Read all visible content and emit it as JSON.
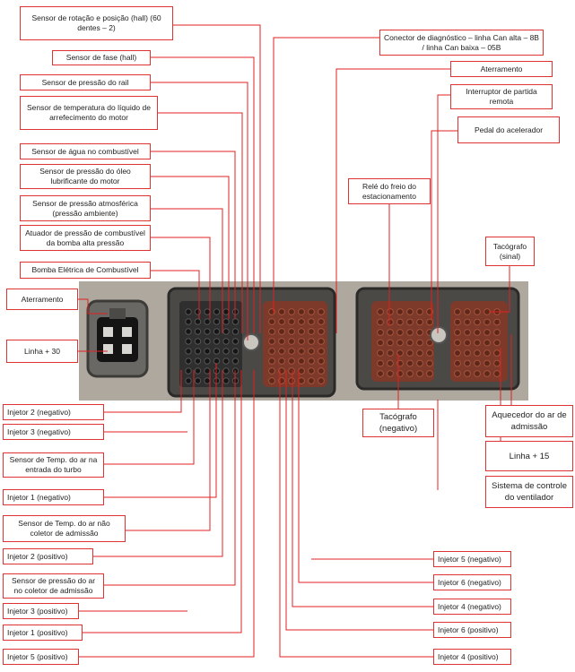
{
  "title": "",
  "labels": {
    "sensor_rotacao": "Sensor de rotação e posição (hall) (60 dentes – 2)",
    "sensor_fase": "Sensor de fase (hall)",
    "sensor_pressao_rail": "Sensor de pressão do rail",
    "sensor_temp_liquido": "Sensor de temperatura do líquido de arrefecimento do motor",
    "sensor_agua_combustivel": "Sensor de água no combustível",
    "sensor_pressao_oleo": "Sensor de pressão do óleo lubrificante do motor",
    "sensor_pressao_atm": "Sensor de pressão atmosférica (pressão ambiente)",
    "atuador_pressao": "Atuador de pressão de combustível da bomba alta pressão",
    "bomba_eletrica": "Bomba Elétrica de Combustível",
    "aterramento_left": "Aterramento",
    "linha_30": "Linha + 30",
    "injetor_2_neg": "Injetor 2 (negativo)",
    "injetor_3_neg": "Injetor 3 (negativo)",
    "sensor_temp_ar_turbo": "Sensor de Temp. do ar na entrada do turbo",
    "injetor_1_neg": "Injetor 1 (negativo)",
    "sensor_temp_ar_coletor": "Sensor de Temp. do ar não coletor de admissão",
    "injetor_2_pos": "Injetor 2 (positivo)",
    "sensor_pressao_ar_coletor": "Sensor de pressão do ar no coletor de admissão",
    "injetor_3_pos": "Injetor 3 (positivo)",
    "injetor_1_pos": "Injetor 1 (positivo)",
    "injetor_5_pos": "Injetor 5 (positivo)",
    "conector_diagnostico": "Conector de diagnóstico – linha Can alta – 8B / linha Can baixa – 05B",
    "aterramento_right": "Aterramento",
    "interruptor_partida": "Interruptor de partida remota",
    "pedal_acelerador": "Pedal do acelerador",
    "rele_freio": "Relé do freio do estacionamento",
    "tacografo_sinal": "Tacógrafo (sinal)",
    "tacografo_negativo": "Tacógrafo (negativo)",
    "aquecedor": "Aquecedor do ar de admissão",
    "linha_15": "Linha + 15",
    "sistema_ventilador": "Sistema de controle do ventilador",
    "injetor_5_neg": "Injetor 5 (negativo)",
    "injetor_6_neg": "Injetor 6 (negativo)",
    "injetor_4_neg": "Injetor 4 (negativo)",
    "injetor_6_pos": "Injetor 6 (positivo)",
    "injetor_4_pos": "Injetor 4 (positivo)"
  },
  "colors": {
    "line": "#e02020",
    "box_border": "#d33333",
    "housing": "#b9b3a9",
    "connector_dark": "#3a3a3a",
    "connector_red": "#8a3e2c"
  }
}
